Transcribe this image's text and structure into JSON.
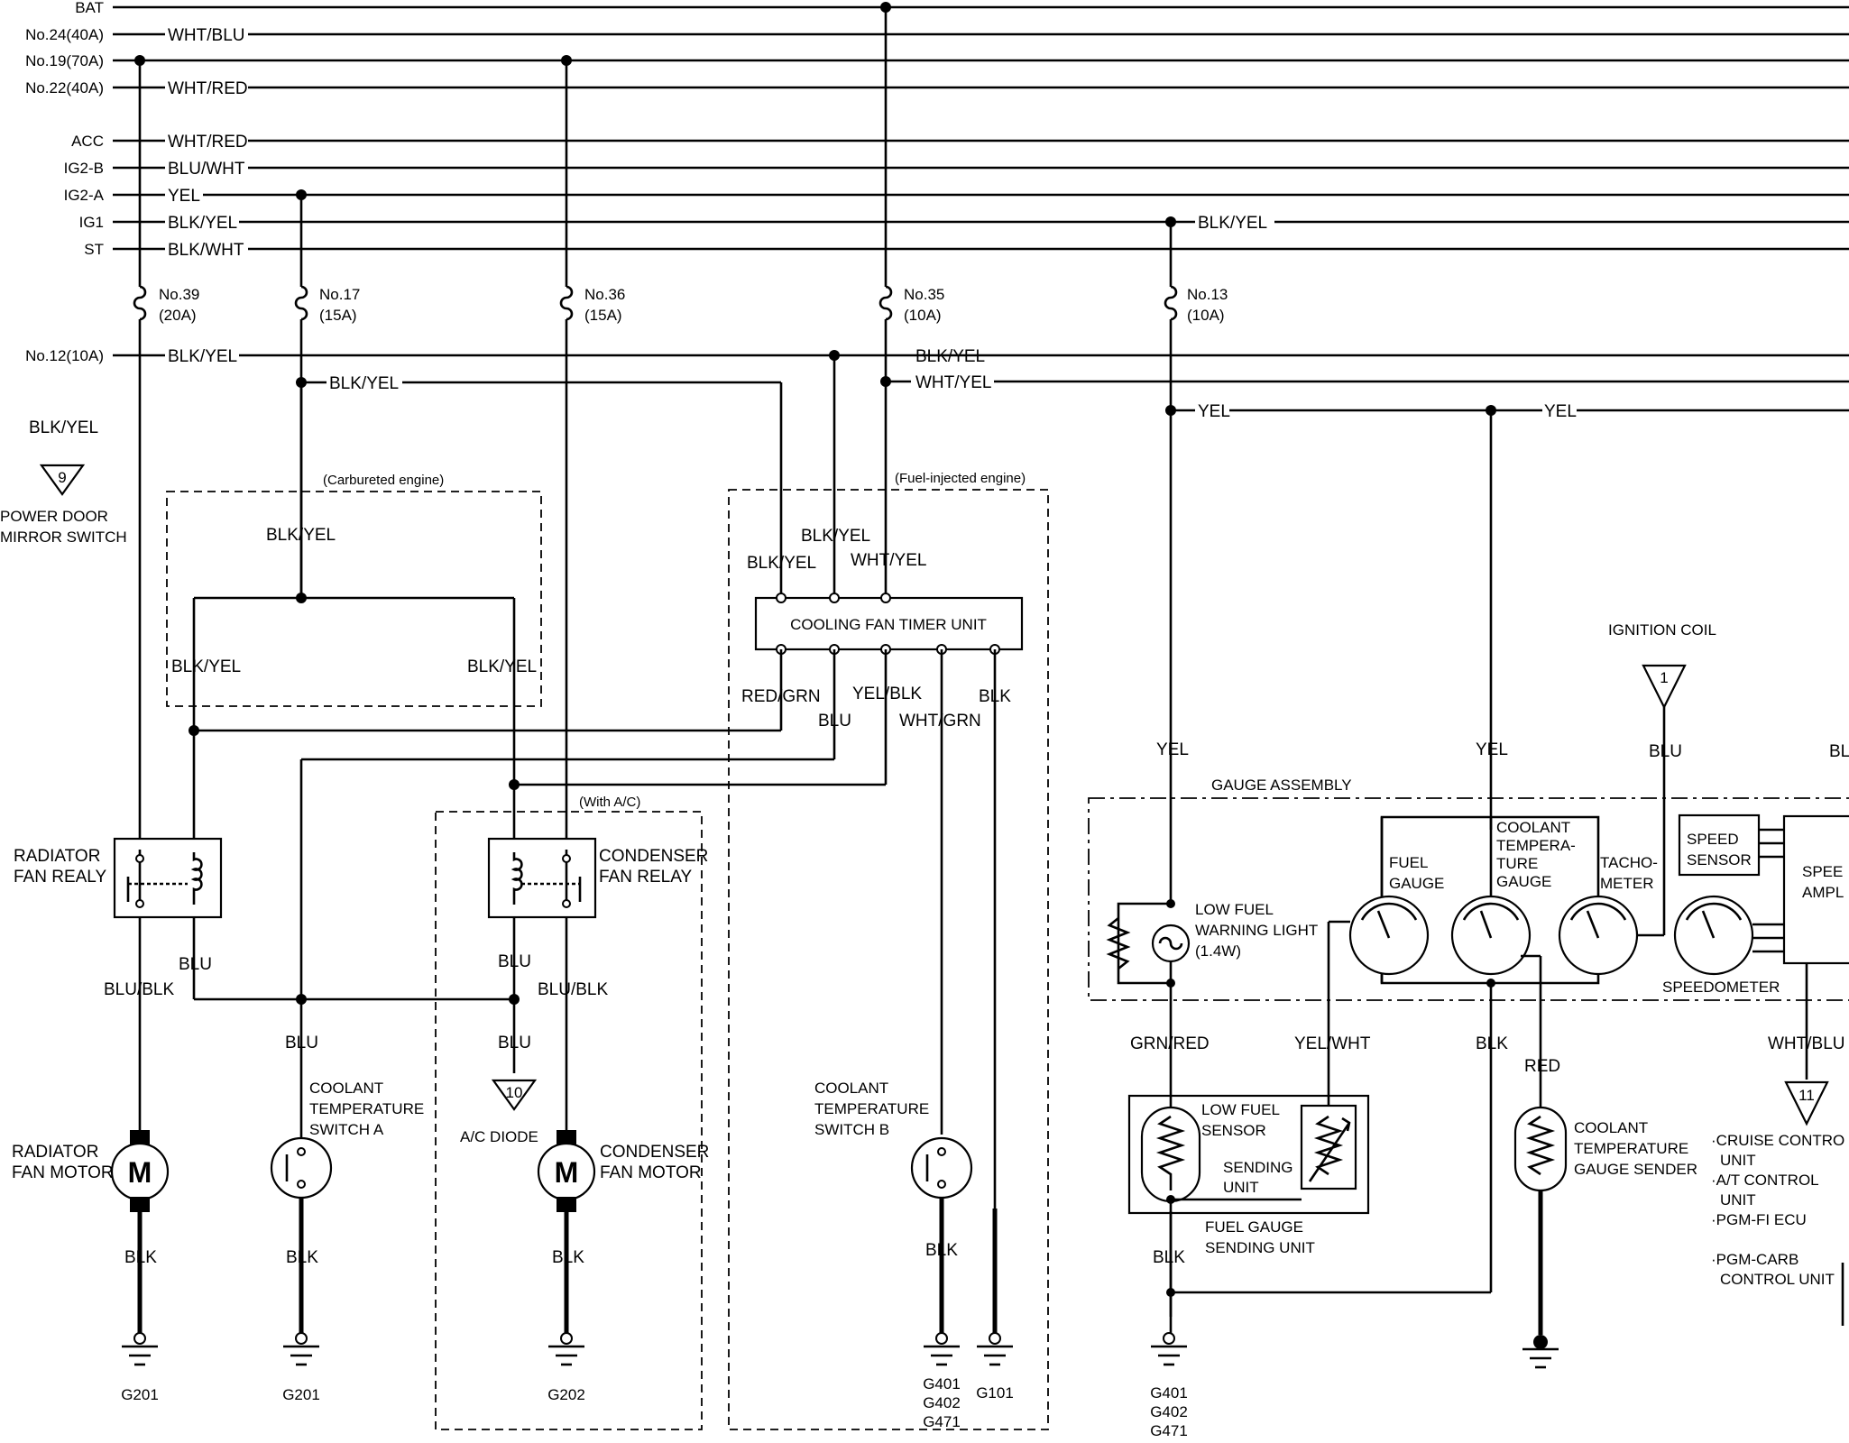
{
  "diagram": {
    "power_rails": [
      {
        "source": "BAT",
        "wire": ""
      },
      {
        "source": "No.24(40A)",
        "wire": "WHT/BLU"
      },
      {
        "source": "No.19(70A)",
        "wire": ""
      },
      {
        "source": "No.22(40A)",
        "wire": "WHT/RED"
      },
      {
        "source": "ACC",
        "wire": "WHT/RED"
      },
      {
        "source": "IG2-B",
        "wire": "BLU/WHT"
      },
      {
        "source": "IG2-A",
        "wire": "YEL"
      },
      {
        "source": "IG1",
        "wire": "BLK/YEL"
      },
      {
        "source": "ST",
        "wire": "BLK/WHT"
      }
    ],
    "fuse_feed": {
      "source": "No.12(10A)",
      "wire": "BLK/YEL"
    },
    "fuses": [
      {
        "number": "No.39",
        "rating": "(20A)"
      },
      {
        "number": "No.17",
        "rating": "(15A)"
      },
      {
        "number": "No.36",
        "rating": "(15A)"
      },
      {
        "number": "No.35",
        "rating": "(10A)"
      },
      {
        "number": "No.13",
        "rating": "(10A)"
      }
    ],
    "wire_labels": {
      "w1": "BLK/YEL",
      "w2": "BLK/YEL",
      "w3": "WHT/YEL",
      "w4": "BLK/YEL",
      "w5": "YEL",
      "w6": "YEL",
      "w7": "BLK/YEL",
      "w8": "BLK/YEL",
      "w9": "BLK/YEL",
      "w10": "BLK/YEL",
      "w11": "WHT/YEL",
      "w12": "BLK/YEL",
      "w13": "RED/GRN",
      "w14": "BLU",
      "w15": "YEL/BLK",
      "w16": "WHT/GRN",
      "w17": "BLK",
      "w18": "BLU",
      "w19": "BLU/BLK",
      "w20": "BLU",
      "w21": "BLU/BLK",
      "w22": "BLU",
      "w23": "BLU",
      "w24": "BLK",
      "w25": "BLK",
      "w26": "BLK",
      "w27": "BLK",
      "w28": "YEL",
      "w29": "YEL",
      "w30": "BLU",
      "w31": "BLU",
      "w32": "GRN/RED",
      "w33": "YEL/WHT",
      "w34": "BLK",
      "w35": "RED",
      "w36": "BLK",
      "w37": "WHT/BLU"
    },
    "regions": {
      "carbureted": "(Carbureted engine)",
      "fuel_injected": "(Fuel-injected engine)",
      "with_ac": "(With A/C)",
      "gauge_assembly": "GAUGE ASSEMBLY"
    },
    "components": {
      "cooling_fan_timer_unit": "COOLING FAN TIMER UNIT",
      "radiator_fan_relay": [
        "RADIATOR",
        "FAN REALY"
      ],
      "condenser_fan_relay": [
        "CONDENSER",
        "FAN RELAY"
      ],
      "radiator_fan_motor": [
        "RADIATOR",
        "FAN MOTOR"
      ],
      "condenser_fan_motor": [
        "CONDENSER",
        "FAN MOTOR"
      ],
      "motor_symbol": "M",
      "coolant_temp_switch_a": [
        "COOLANT",
        "TEMPERATURE",
        "SWITCH A"
      ],
      "coolant_temp_switch_b": [
        "COOLANT",
        "TEMPERATURE",
        "SWITCH B"
      ],
      "ac_diode": "A/C DIODE",
      "power_door_mirror_switch": [
        "POWER DOOR",
        "MIRROR SWITCH"
      ],
      "ignition_coil": "IGNITION COIL",
      "low_fuel_warning_light": [
        "LOW FUEL",
        "WARNING LIGHT",
        "(1.4W)"
      ],
      "fuel_gauge": [
        "FUEL",
        "GAUGE"
      ],
      "coolant_temperature_gauge": [
        "COOLANT",
        "TEMPERA-",
        "TURE",
        "GAUGE"
      ],
      "tachometer": [
        "TACHO-",
        "METER"
      ],
      "speed_sensor": [
        "SPEED",
        "SENSOR"
      ],
      "speedometer": "SPEEDOMETER",
      "speed_amp": [
        "SPEE",
        "AMPL"
      ],
      "low_fuel_sensor": [
        "LOW FUEL",
        "SENSOR"
      ],
      "sending_unit": [
        "SENDING",
        "UNIT"
      ],
      "fuel_gauge_sending_unit": [
        "FUEL GAUGE",
        "SENDING UNIT"
      ],
      "coolant_temp_gauge_sender": [
        "COOLANT",
        "TEMPERATURE",
        "GAUGE SENDER"
      ],
      "cruise_list": [
        "·CRUISE CONTRO",
        "UNIT",
        "·A/T CONTROL",
        "UNIT",
        "·PGM-FI ECU",
        "·PGM-CARB",
        "CONTROL UNIT"
      ]
    },
    "connectors": [
      {
        "number": "9"
      },
      {
        "number": "10"
      },
      {
        "number": "1"
      },
      {
        "number": "11"
      }
    ],
    "grounds": {
      "g1": [
        "G201"
      ],
      "g2": [
        "G201"
      ],
      "g3": [
        "G202"
      ],
      "g4": [
        "G401",
        "G402",
        "G471"
      ],
      "g5": [
        "G101"
      ],
      "g6": [
        "G401",
        "G402",
        "G471"
      ]
    },
    "edge_labels": {
      "right_top": "BL"
    }
  }
}
